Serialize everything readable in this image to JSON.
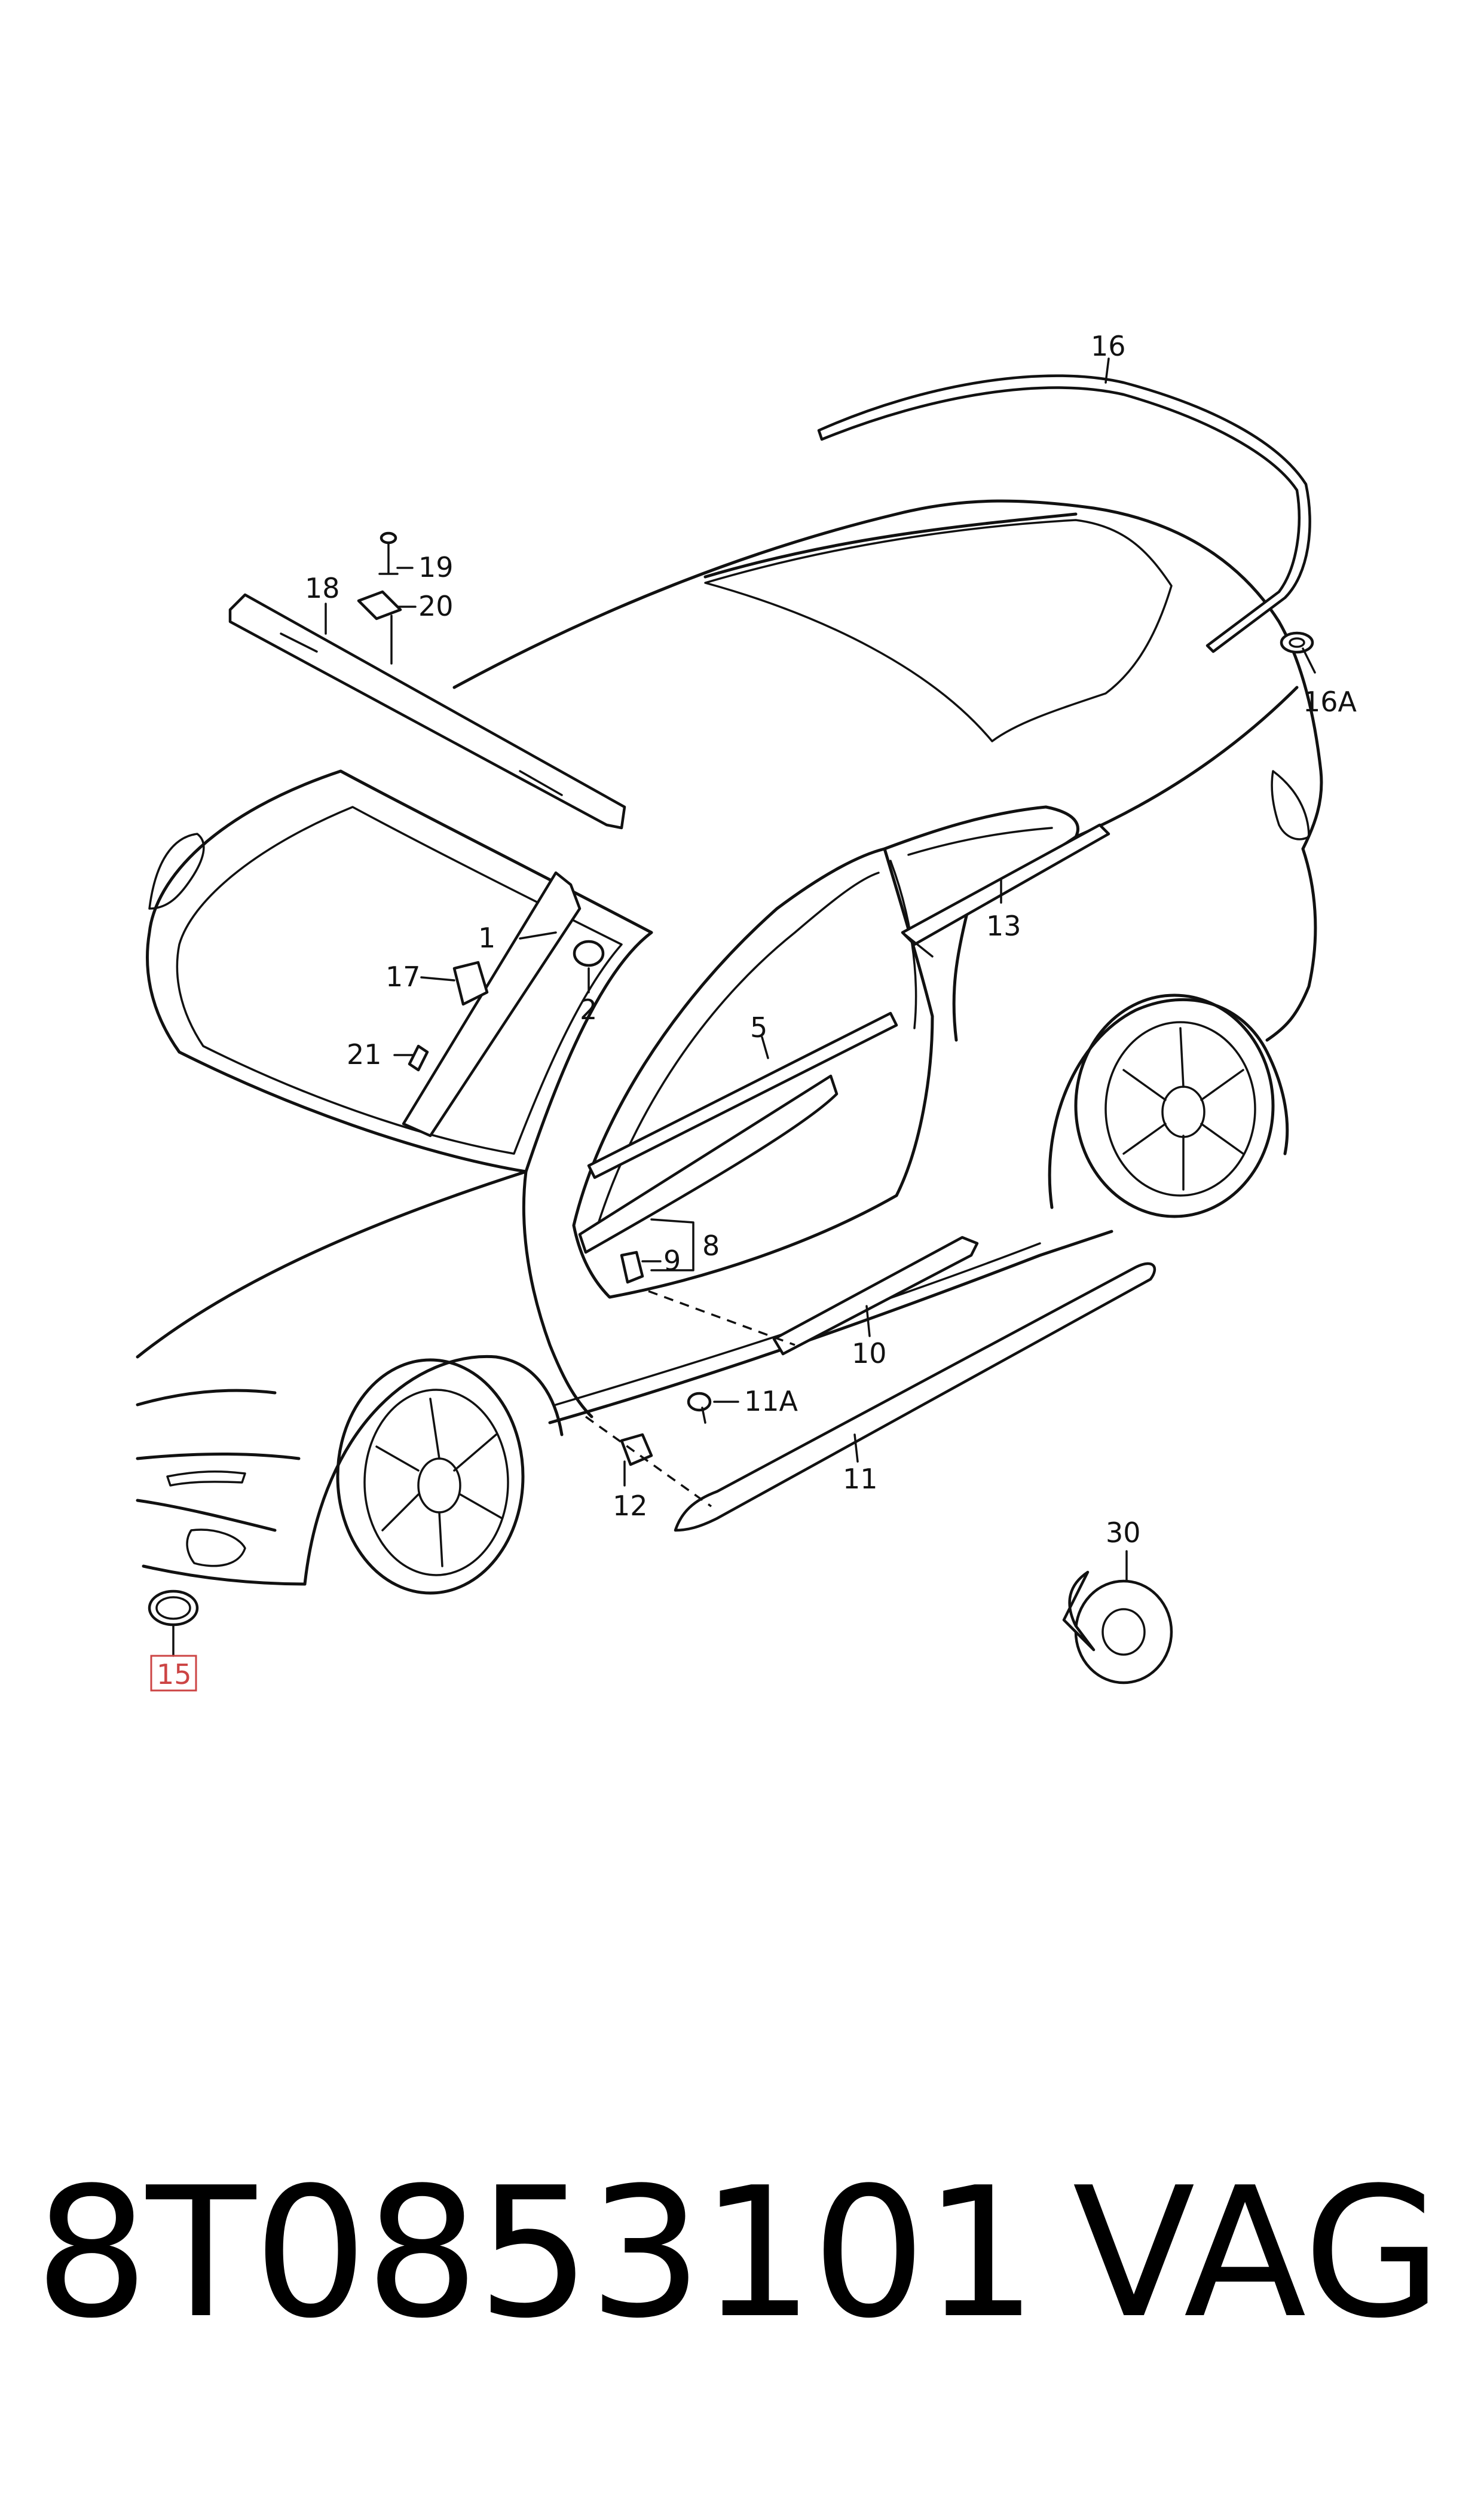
{
  "callouts": {
    "c1": "1",
    "c2": "2",
    "c5": "5",
    "c8": "8",
    "c9": "9",
    "c10": "10",
    "c11": "11",
    "c11a": "11A",
    "c12": "12",
    "c13": "13",
    "c15": "15",
    "c16": "16",
    "c16a": "16A",
    "c17": "17",
    "c18": "18",
    "c19": "19",
    "c20": "20",
    "c21": "21",
    "c30": "30"
  },
  "footer": {
    "part_number": "8T0853101",
    "brand": "VAG"
  },
  "colors": {
    "line": "#111111",
    "highlight_box": "#cc4444",
    "background": "#ffffff"
  }
}
